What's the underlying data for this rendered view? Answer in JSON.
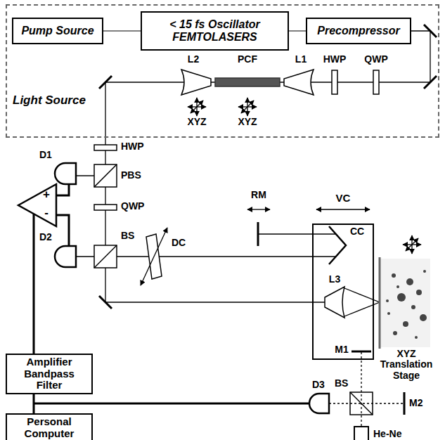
{
  "diagram": {
    "nodes": [
      {
        "text": [
          "Light Source"
        ]
      },
      {
        "text": [
          "Pump Source"
        ],
        "in": 0
      },
      {
        "text": [
          "< 15 fs Oscillator",
          "FEMTOLASERS"
        ],
        "in": 0
      },
      {
        "text": [
          "Precompressor"
        ],
        "in": 0
      },
      {
        "text": [
          "VC"
        ]
      },
      {
        "text": [
          "Amplifier Bandpass Filter"
        ]
      },
      {
        "text": [
          "Personal Computer"
        ]
      },
      {
        "text": [
          "He-Ne"
        ]
      }
    ],
    "edges": [
      {
        "from": 1,
        "to": 2,
        "arrow": "none"
      },
      {
        "from": 2,
        "to": 3,
        "arrow": "none"
      },
      {
        "from": 5,
        "to": 6,
        "arrow": "none"
      }
    ],
    "labels": [
      "L2",
      "PCF",
      "L1",
      "HWP",
      "QWP",
      "XYZ",
      "XYZ",
      "HWP",
      "D1",
      "PBS",
      "+",
      "-",
      "QWP",
      "RM",
      "CC",
      "D2",
      "BS",
      "DC",
      "L3",
      "M1",
      "XYZ Translation Stage",
      "D3",
      "BS",
      "M2"
    ]
  }
}
